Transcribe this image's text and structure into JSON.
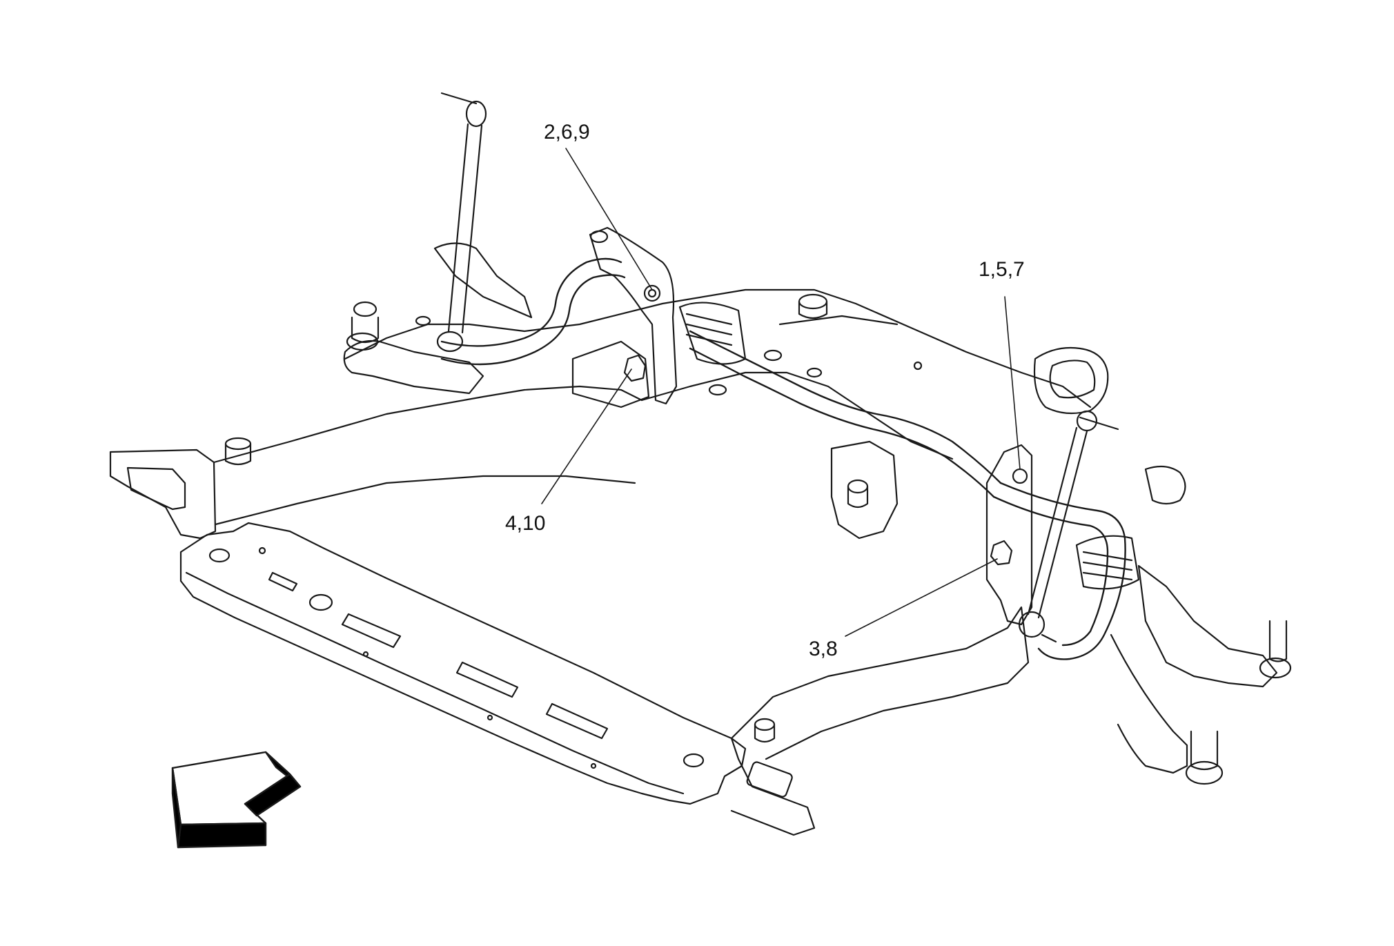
{
  "callouts": [
    {
      "id": "upper",
      "text": "2,6,9"
    },
    {
      "id": "right-top",
      "text": "1,5,7"
    },
    {
      "id": "left-bottom",
      "text": "4,10"
    },
    {
      "id": "right-bottom",
      "text": "3,8"
    }
  ],
  "icons": {
    "direction_arrow": "front-direction-arrow-icon"
  },
  "colors": {
    "line": "#1a1a1a",
    "background": "#ffffff",
    "arrow_fill": "#000000"
  }
}
